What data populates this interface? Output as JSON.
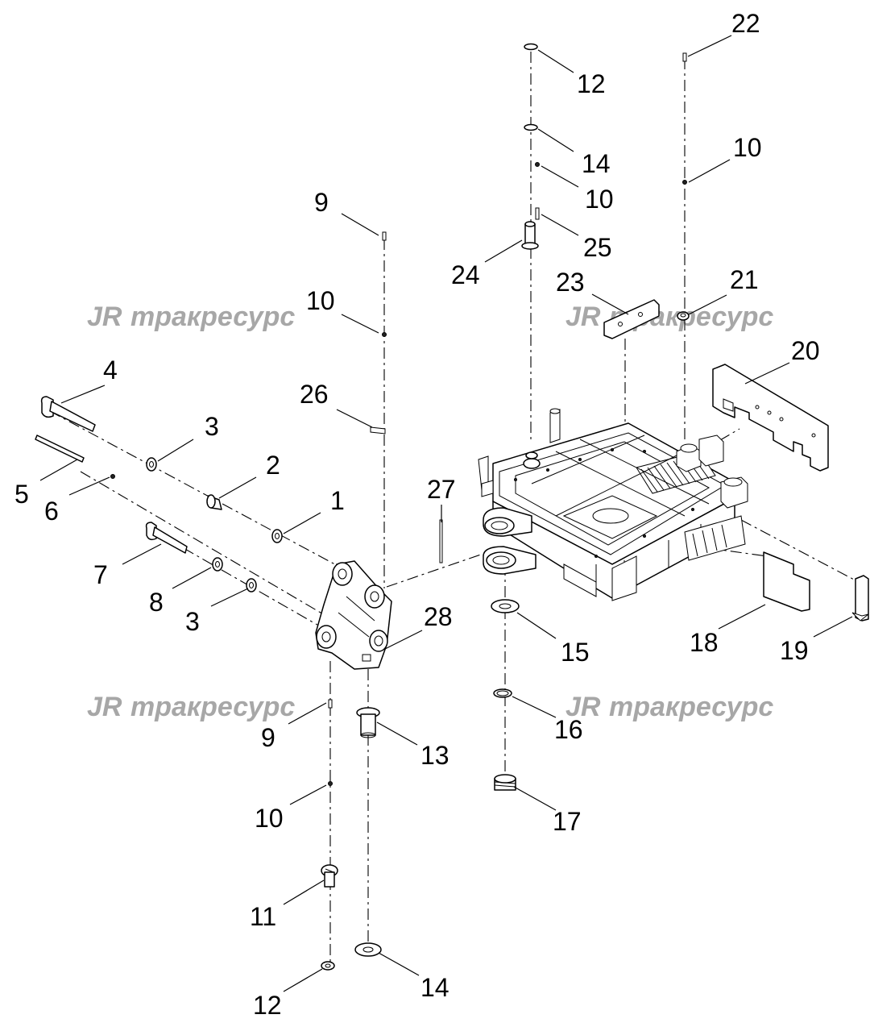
{
  "watermark": {
    "logo": "JR",
    "text": "тракресурс"
  },
  "callouts": [
    {
      "id": "c22",
      "label": "22"
    },
    {
      "id": "c12a",
      "label": "12"
    },
    {
      "id": "c14a",
      "label": "14"
    },
    {
      "id": "c10a",
      "label": "10"
    },
    {
      "id": "c10b",
      "label": "10"
    },
    {
      "id": "c9a",
      "label": "9"
    },
    {
      "id": "c25",
      "label": "25"
    },
    {
      "id": "c24",
      "label": "24"
    },
    {
      "id": "c23",
      "label": "23"
    },
    {
      "id": "c21",
      "label": "21"
    },
    {
      "id": "c10c",
      "label": "10"
    },
    {
      "id": "c20",
      "label": "20"
    },
    {
      "id": "c4",
      "label": "4"
    },
    {
      "id": "c26",
      "label": "26"
    },
    {
      "id": "c3a",
      "label": "3"
    },
    {
      "id": "c2",
      "label": "2"
    },
    {
      "id": "c5",
      "label": "5"
    },
    {
      "id": "c6",
      "label": "6"
    },
    {
      "id": "c27",
      "label": "27"
    },
    {
      "id": "c1",
      "label": "1"
    },
    {
      "id": "c7",
      "label": "7"
    },
    {
      "id": "c8",
      "label": "8"
    },
    {
      "id": "c3b",
      "label": "3"
    },
    {
      "id": "c28",
      "label": "28"
    },
    {
      "id": "c15",
      "label": "15"
    },
    {
      "id": "c18",
      "label": "18"
    },
    {
      "id": "c19",
      "label": "19"
    },
    {
      "id": "c16",
      "label": "16"
    },
    {
      "id": "c9b",
      "label": "9"
    },
    {
      "id": "c13",
      "label": "13"
    },
    {
      "id": "c17",
      "label": "17"
    },
    {
      "id": "c10d",
      "label": "10"
    },
    {
      "id": "c11",
      "label": "11"
    },
    {
      "id": "c14b",
      "label": "14"
    },
    {
      "id": "c12b",
      "label": "12"
    }
  ]
}
